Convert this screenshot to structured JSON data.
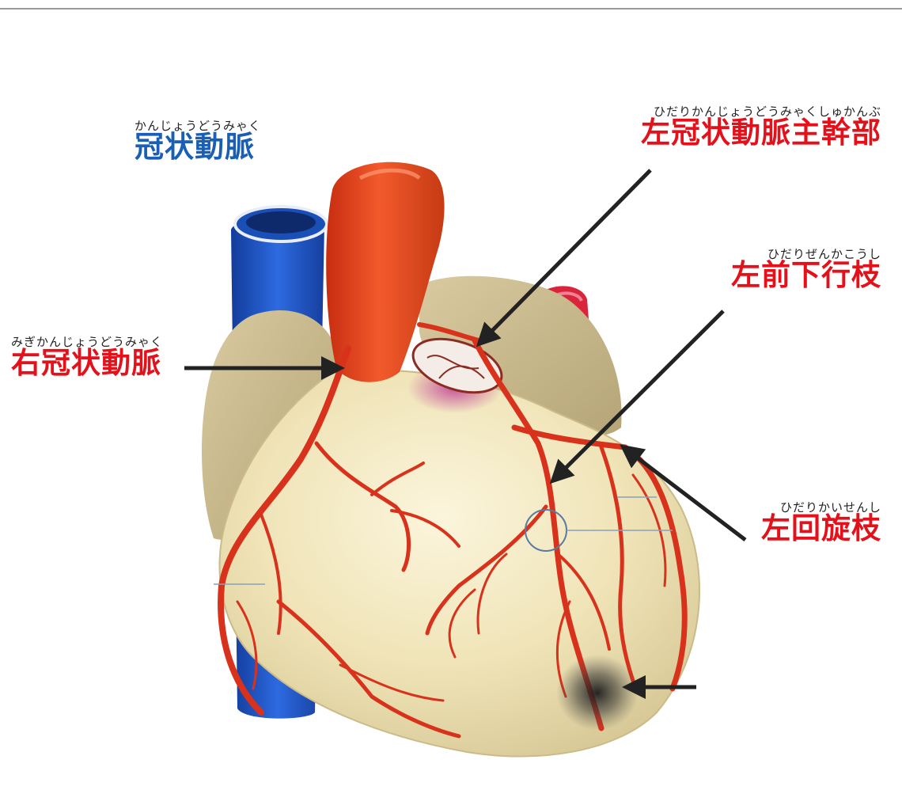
{
  "labels": {
    "coronary_artery": {
      "ruby": "かんじょうどうみゃく",
      "text": "冠状動脈"
    },
    "left_main_trunk": {
      "ruby": "ひだりかんじょうどうみゃくしゅかんぶ",
      "text": "左冠状動脈主幹部"
    },
    "left_anterior_descending": {
      "ruby": "ひだりぜんかこうし",
      "text": "左前下行枝"
    },
    "right_coronary_artery": {
      "ruby": "みぎかんじょうどうみゃく",
      "text": "右冠状動脈"
    },
    "left_circumflex": {
      "ruby": "ひだりかいせんし",
      "text": "左回旋枝"
    }
  },
  "colors": {
    "coronary_label": "#1a5fb4",
    "branch_labels": "#e4111b",
    "aorta": "#e8431c",
    "vena_cava": "#1f57c4",
    "myocardium": "#ede1b2",
    "atria": "#c8b98a",
    "vessels": "#d8321c",
    "pulmonary_artery": "#d8253a",
    "arrows": "#222222",
    "infarct_ring": "#5a7aa0"
  }
}
